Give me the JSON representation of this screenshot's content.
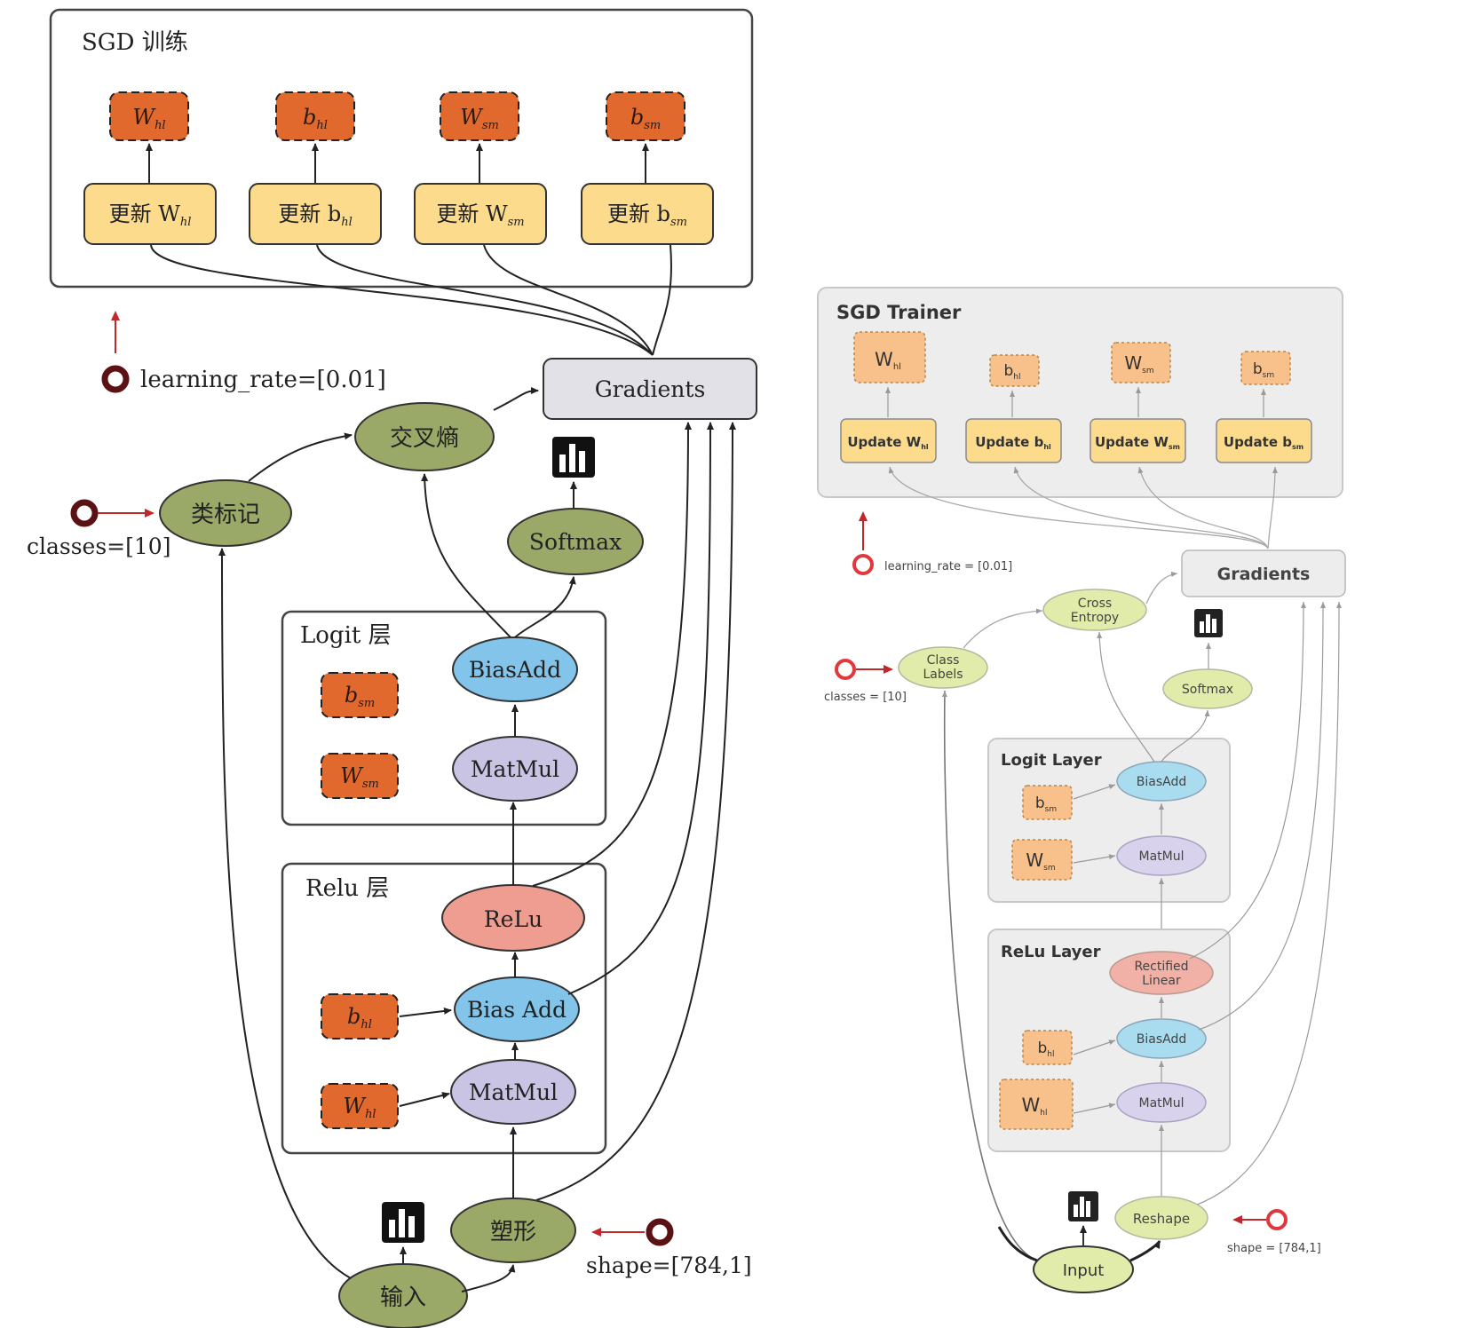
{
  "left_panel": {
    "sgd_title": "SGD 训练",
    "params": [
      {
        "label": "W",
        "sub": "hl"
      },
      {
        "label": "b",
        "sub": "hl"
      },
      {
        "label": "W",
        "sub": "sm"
      },
      {
        "label": "b",
        "sub": "sm"
      }
    ],
    "updates": [
      {
        "label": "更新 W",
        "sub": "hl"
      },
      {
        "label": "更新 b",
        "sub": "hl"
      },
      {
        "label": "更新 W",
        "sub": "sm"
      },
      {
        "label": "更新 b",
        "sub": "sm"
      }
    ],
    "learning_rate": "learning_rate=[0.01]",
    "gradients": "Gradients",
    "cross_entropy": "交叉熵",
    "class_labels": "类标记",
    "classes": "classes=[10]",
    "softmax": "Softmax",
    "logit_title": "Logit 层",
    "logit_bias": {
      "label": "b",
      "sub": "sm"
    },
    "logit_weight": {
      "label": "W",
      "sub": "sm"
    },
    "logit_biasadd": "BiasAdd",
    "logit_matmul": "MatMul",
    "relu_title": "Relu 层",
    "relu": "ReLu",
    "relu_bias": {
      "label": "b",
      "sub": "hl"
    },
    "relu_weight": {
      "label": "W",
      "sub": "hl"
    },
    "relu_biasadd": "Bias Add",
    "relu_matmul": "MatMul",
    "reshape": "塑形",
    "shape": "shape=[784,1]",
    "input": "输入"
  },
  "right_panel": {
    "sgd_title": "SGD Trainer",
    "params": [
      {
        "label": "W",
        "sub": "hl"
      },
      {
        "label": "b",
        "sub": "hl"
      },
      {
        "label": "W",
        "sub": "sm"
      },
      {
        "label": "b",
        "sub": "sm"
      }
    ],
    "updates": [
      {
        "label": "Update W",
        "sub": "hl"
      },
      {
        "label": "Update b",
        "sub": "hl"
      },
      {
        "label": "Update W",
        "sub": "sm"
      },
      {
        "label": "Update b",
        "sub": "sm"
      }
    ],
    "learning_rate": "learning_rate = [0.01]",
    "gradients": "Gradients",
    "cross_entropy_1": "Cross",
    "cross_entropy_2": "Entropy",
    "class_labels_1": "Class",
    "class_labels_2": "Labels",
    "classes": "classes = [10]",
    "softmax": "Softmax",
    "logit_title": "Logit Layer",
    "logit_bias": {
      "label": "b",
      "sub": "sm"
    },
    "logit_weight": {
      "label": "W",
      "sub": "sm"
    },
    "logit_biasadd": "BiasAdd",
    "logit_matmul": "MatMul",
    "relu_title": "ReLu Layer",
    "rectified_1": "Rectified",
    "rectified_2": "Linear",
    "relu_bias": {
      "label": "b",
      "sub": "hl"
    },
    "relu_weight": {
      "label": "W",
      "sub": "hl"
    },
    "relu_biasadd": "BiasAdd",
    "relu_matmul": "MatMul",
    "reshape": "Reshape",
    "shape": "shape = [784,1]",
    "input": "Input"
  },
  "colors": {
    "param_fill_left": "#e2692e",
    "param_fill_right": "#f8c08a",
    "update_fill": "#fcdb8c",
    "olive_node": "#9aa868",
    "light_green_node": "#e1ecaa",
    "blue_node": "#83c4ea",
    "purple_node": "#c9c3e4",
    "red_node": "#ef9d90",
    "gradients_fill": "#e3e1e8",
    "panel_fill": "#ededee",
    "source_red": "#c0282c"
  }
}
